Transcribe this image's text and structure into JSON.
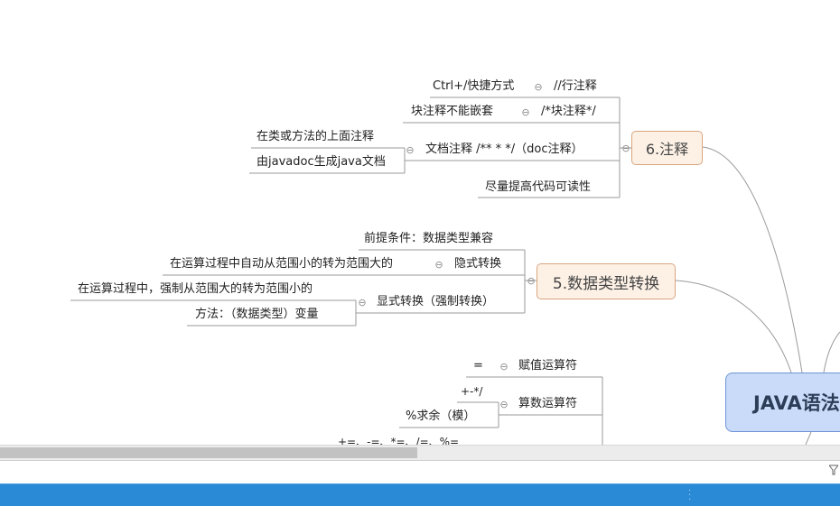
{
  "root": {
    "label": "JAVA语法"
  },
  "branches": {
    "comments": {
      "label": "6.注释",
      "line": {
        "label": "//行注释",
        "detail": "Ctrl+/快捷方式"
      },
      "block": {
        "label": "/*块注释*/",
        "detail": "块注释不能嵌套"
      },
      "doc": {
        "label": "文档注释  /** *  */（doc注释）",
        "details": [
          "在类或方法的上面注释",
          "由javadoc生成java文档"
        ]
      },
      "readability": {
        "label": "尽量提高代码可读性"
      }
    },
    "conversion": {
      "label": "5.数据类型转换",
      "precondition": {
        "label": "前提条件：数据类型兼容"
      },
      "implicit": {
        "label": "隐式转换",
        "detail": "在运算过程中自动从范围小的转为范围大的"
      },
      "explicit": {
        "label": "显式转换（强制转换）",
        "details": [
          "在运算过程中，强制从范围大的转为范围小的",
          "方法：（数据类型）变量"
        ]
      }
    },
    "operators": {
      "assign": {
        "label": "赋值运算符",
        "detail": "="
      },
      "arith": {
        "label": "算数运算符",
        "details": [
          "+-*/",
          "%求余（模）",
          "+=、-=、*=、/=、%="
        ]
      }
    }
  },
  "icons": {
    "collapse": "⊖",
    "corner": "filter-icon"
  },
  "colors": {
    "root_fill": "#c9dbf8",
    "topic_fill": "#fdf1e6",
    "taskbar": "#2a8ad6"
  }
}
